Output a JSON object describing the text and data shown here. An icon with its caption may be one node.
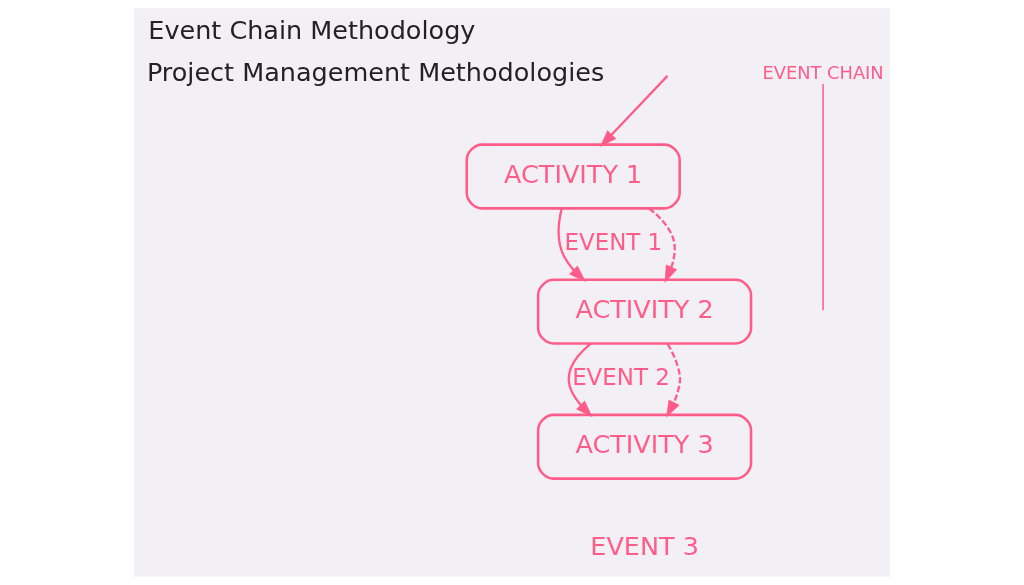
{
  "diagram": {
    "title": "Event Chain Methodology",
    "nodes": [
      {
        "text": [
          "ACTIVITY 1"
        ]
      },
      {
        "text": [
          "ACTIVITY 2"
        ]
      },
      {
        "text": [
          "ACTIVITY 3"
        ]
      },
      {
        "text": [
          "EVENT CHAIN"
        ]
      }
    ],
    "edges": [
      {
        "from": null,
        "to": 0,
        "arrow": "to"
      },
      {
        "from": 0,
        "to": 1,
        "arrow": "to",
        "label": "EVENT 1"
      },
      {
        "from": 0,
        "to": 1,
        "arrow": "to",
        "style": "dashed"
      },
      {
        "from": 1,
        "to": 2,
        "arrow": "to",
        "label": "EVENT 2"
      },
      {
        "from": 1,
        "to": 2,
        "arrow": "to",
        "style": "dashed"
      },
      {
        "from": 3,
        "to": null,
        "arrow": "none"
      }
    ],
    "labels": [
      "Project Management Methodologies",
      "EVENT 3"
    ]
  }
}
